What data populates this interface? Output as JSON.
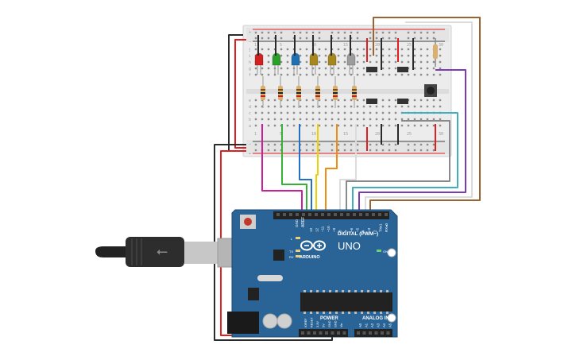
{
  "arduino": {
    "brand": "ARDUINO",
    "model": "UNO",
    "digital_header": "DIGITAL (PWM~)",
    "analog_header": "ANALOG IN",
    "power_header": "POWER",
    "led_on": "ON",
    "led_l": "L",
    "led_tx": "TX",
    "led_rx": "RX",
    "aref": "AREF",
    "gnd": "GND",
    "digital_pins": [
      "13",
      "12",
      "~11",
      "~10",
      "~9",
      "8",
      "7",
      "~6",
      "~5",
      "4",
      "~3",
      "2",
      "TX▸1",
      "RX◂0"
    ],
    "power_pins": [
      "IOREF",
      "RESET",
      "3.3V",
      "5V",
      "GND",
      "GND",
      "Vin"
    ],
    "analog_pins": [
      "A0",
      "A1",
      "A2",
      "A3",
      "A4",
      "A5"
    ]
  },
  "breadboard": {
    "row_letters_top": [
      "j",
      "i",
      "h",
      "g",
      "f"
    ],
    "row_letters_bottom": [
      "e",
      "d",
      "c",
      "b",
      "a"
    ],
    "column_numbers": [
      "1",
      "5",
      "10",
      "15",
      "20",
      "25",
      "30"
    ],
    "rail_plus": "+",
    "rail_minus": "−"
  },
  "components": {
    "led_colors": [
      "#d32020",
      "#2aa02a",
      "#1f6fb5",
      "#a8861e",
      "#a8861e",
      "#9c9c9c"
    ],
    "wire_colors": {
      "red": "#e02020",
      "black": "#2a2a2a",
      "magenta": "#c9209e",
      "green": "#36b036",
      "blue": "#2270c8",
      "yellow": "#f0d000",
      "orange": "#f08c10",
      "white": "#f2f2f2",
      "gray": "#8a8a8a",
      "teal": "#40b0c0",
      "purple": "#7a3cb0",
      "brown": "#9a6432"
    },
    "board_color": "#2a6496",
    "breadboard_color": "#ededed"
  }
}
